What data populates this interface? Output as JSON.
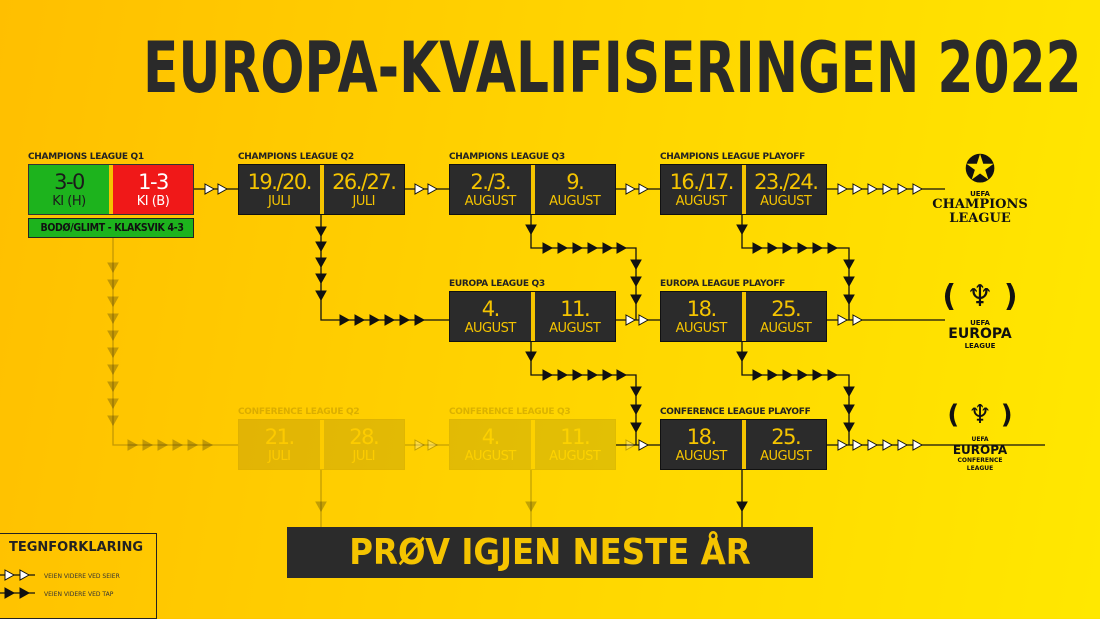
{
  "title": "EUROPA-KVALIFISERINGEN 2022",
  "cl_q1": {
    "label": "CHAMPIONS LEAGUE Q1",
    "home": {
      "score": "3-0",
      "note": "KI (H)"
    },
    "away": {
      "score": "1-3",
      "note": "KI (B)"
    },
    "aggregate": "BODØ/GLIMT - KLAKSVIK 4-3",
    "colors": {
      "win": "#1db31d",
      "loss": "#f01818"
    }
  },
  "rounds": {
    "cl_q2": {
      "label": "CHAMPIONS LEAGUE Q2",
      "d1": "19./20.",
      "m1": "JULI",
      "d2": "26./27.",
      "m2": "JULI"
    },
    "cl_q3": {
      "label": "CHAMPIONS LEAGUE Q3",
      "d1": "2./3.",
      "m1": "AUGUST",
      "d2": "9.",
      "m2": "AUGUST"
    },
    "cl_po": {
      "label": "CHAMPIONS LEAGUE PLAYOFF",
      "d1": "16./17.",
      "m1": "AUGUST",
      "d2": "23./24.",
      "m2": "AUGUST"
    },
    "el_q3": {
      "label": "EUROPA LEAGUE Q3",
      "d1": "4.",
      "m1": "AUGUST",
      "d2": "11.",
      "m2": "AUGUST"
    },
    "el_po": {
      "label": "EUROPA LEAGUE PLAYOFF",
      "d1": "18.",
      "m1": "AUGUST",
      "d2": "25.",
      "m2": "AUGUST"
    },
    "uecl_q2": {
      "label": "CONFERENCE LEAGUE Q2",
      "d1": "21.",
      "m1": "JULI",
      "d2": "28.",
      "m2": "JULI"
    },
    "uecl_q3": {
      "label": "CONFERENCE LEAGUE Q3",
      "d1": "4.",
      "m1": "AUGUST",
      "d2": "11.",
      "m2": "AUGUST"
    },
    "uecl_po": {
      "label": "CONFERENCE LEAGUE PLAYOFF",
      "d1": "18.",
      "m1": "AUGUST",
      "d2": "25.",
      "m2": "AUGUST"
    }
  },
  "retry": "PRØV IGJEN NESTE ÅR",
  "legend": {
    "title": "TEGNFORKLARING",
    "win": "VEIEN VIDERE VED SEIER",
    "loss": "VEIEN VIDERE VED TAP"
  },
  "logos": {
    "cl": {
      "uefa": "UEFA",
      "line1": "CHAMPIONS",
      "line2": "LEAGUE"
    },
    "el": {
      "uefa": "UEFA",
      "line1": "EUROPA",
      "line2": "LEAGUE"
    },
    "uecl": {
      "uefa": "UEFA",
      "line1": "EUROPA",
      "line2": "CONFERENCE",
      "line3": "LEAGUE"
    }
  }
}
